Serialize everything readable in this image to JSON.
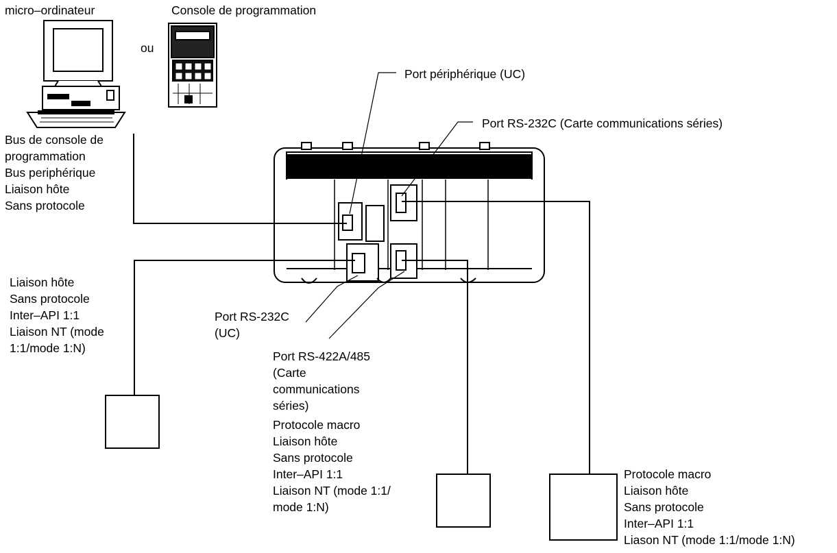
{
  "devices": {
    "computer_label": "micro–ordinateur",
    "or_label": "ou",
    "console_label": "Console de programmation"
  },
  "ports": {
    "peripheral_cpu": "Port périphérique (UC)",
    "rs232c_board": "Port RS-232C (Carte communications séries)",
    "rs232c_cpu": [
      "Port RS-232C",
      "(UC)"
    ],
    "rs422a_board": [
      "Port RS-422A/485",
      "(Carte",
      "communications",
      "séries)"
    ]
  },
  "modes": {
    "peripheral": [
      "Bus de console de",
      "programmation",
      "Bus periphérique",
      "Liaison hôte",
      "Sans protocole"
    ],
    "rs232c_cpu": [
      "Liaison hôte",
      "Sans protocole",
      "Inter–API 1:1",
      "Liaison NT (mode",
      "1:1/mode 1:N)"
    ],
    "rs422a_board": [
      "Protocole macro",
      "Liaison hôte",
      "Sans protocole",
      "Inter–API 1:1",
      "Liaison NT (mode 1:1/",
      "mode 1:N)"
    ],
    "rs232c_board": [
      "Protocole macro",
      "Liaison hôte",
      "Sans protocole",
      "Inter–API 1:1",
      "Liason NT (mode 1:1/mode 1:N)"
    ]
  }
}
